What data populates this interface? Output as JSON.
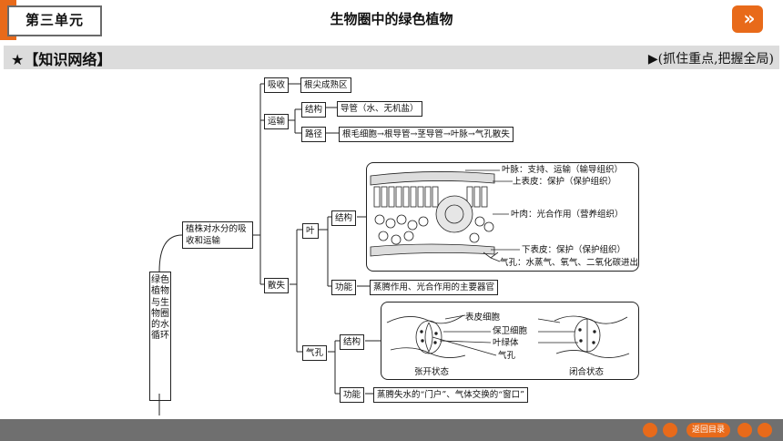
{
  "header": {
    "unit": "第三单元",
    "title": "生物圈中的绿色植物",
    "next_icon": "»"
  },
  "section": {
    "label": "★【知识网络】",
    "hint": "▶(抓住重点,把握全局)"
  },
  "map": {
    "root": "绿色植物与生物圈的水循环",
    "main": "植株对水分的吸收和运输",
    "absorb": {
      "label": "吸收",
      "detail": "根尖成熟区"
    },
    "transport": {
      "label": "运输",
      "structure": "结构",
      "structure_detail": "导管（水、无机盐）",
      "path": "路径",
      "path_detail": "根毛细胞→根导管→茎导管→叶脉→气孔散失"
    },
    "transpire": {
      "label": "散失"
    },
    "leaf": {
      "label": "叶",
      "structure": "结构",
      "function": "功能",
      "function_detail": "蒸腾作用、光合作用的主要器官",
      "annotations": [
        "叶脉：支持、运输（输导组织）",
        "上表皮：保护（保护组织）",
        "叶肉：光合作用（营养组织）",
        "下表皮：保护（保护组织）",
        "气孔：水蒸气、氧气、二氧化碳进出"
      ]
    },
    "stoma": {
      "label": "气孔",
      "structure": "结构",
      "function": "功能",
      "function_detail": "蒸腾失水的“门户”、气体交换的“窗口”",
      "annotations": [
        "表皮细胞",
        "保卫细胞",
        "叶绿体",
        "气孔"
      ],
      "open": "张开状态",
      "closed": "闭合状态"
    }
  },
  "footer": {
    "return": "返回目录"
  },
  "colors": {
    "accent": "#e86a1a",
    "bar": "#dcdcdc",
    "footer": "#6f6f6f"
  }
}
